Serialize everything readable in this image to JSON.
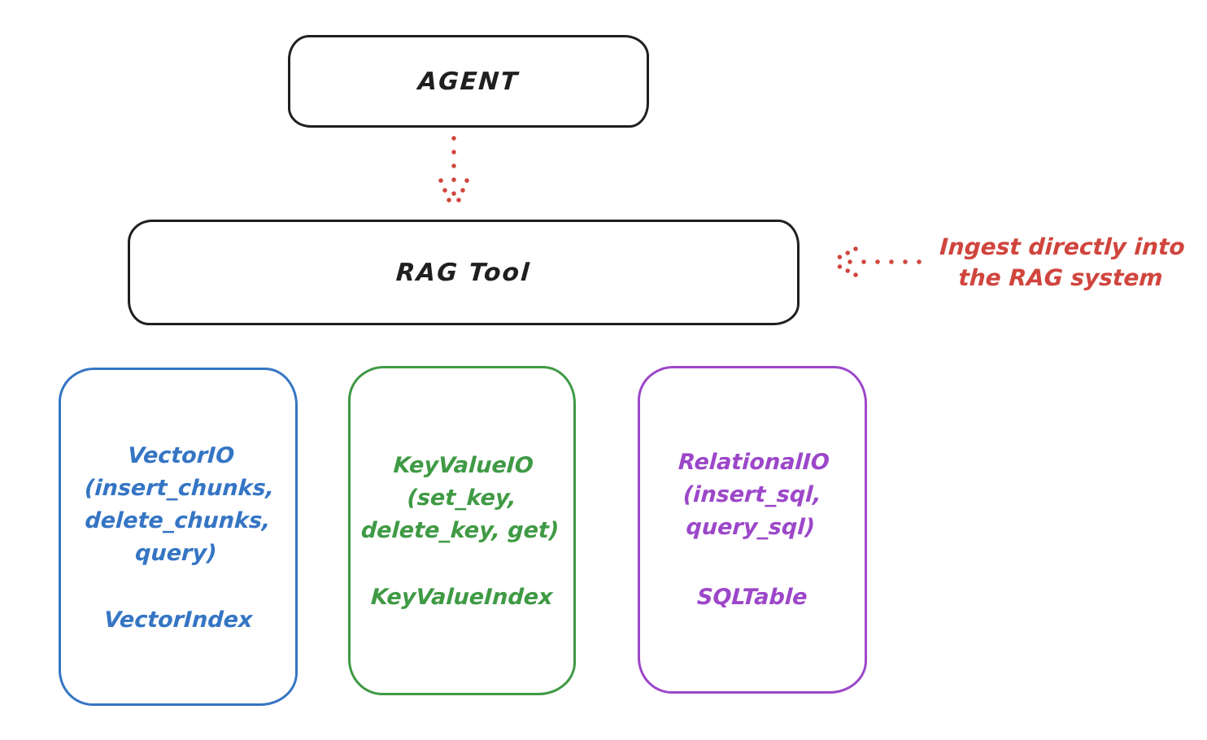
{
  "diagram": {
    "agent_box": {
      "label": "AGENT"
    },
    "rag_box": {
      "label": "RAG Tool"
    },
    "annotation": {
      "line1": "Ingest directly into",
      "line2": "the RAG system",
      "color": "#d0453e"
    },
    "storage_boxes": [
      {
        "name": "vector-io",
        "body": "VectorIO\n(insert_chunks,\ndelete_chunks,\nquery)",
        "index": "VectorIndex",
        "color": "#3575c4"
      },
      {
        "name": "keyvalue-io",
        "body": "KeyValueIO\n(set_key,\ndelete_key, get)",
        "index": "KeyValueIndex",
        "color": "#3f9a44"
      },
      {
        "name": "relational-io",
        "body": "RelationalIO\n(insert_sql,\nquery_sql)",
        "index": "SQLTable",
        "color": "#9c47c9"
      }
    ],
    "arrows": {
      "agent_to_rag": {
        "style": "dotted",
        "color": "#d0453e",
        "direction": "down"
      },
      "annotation_to_rag": {
        "style": "dotted",
        "color": "#d0453e",
        "direction": "left"
      }
    },
    "colors": {
      "stroke": "#1f1f1f",
      "background": "#ffffff"
    }
  }
}
